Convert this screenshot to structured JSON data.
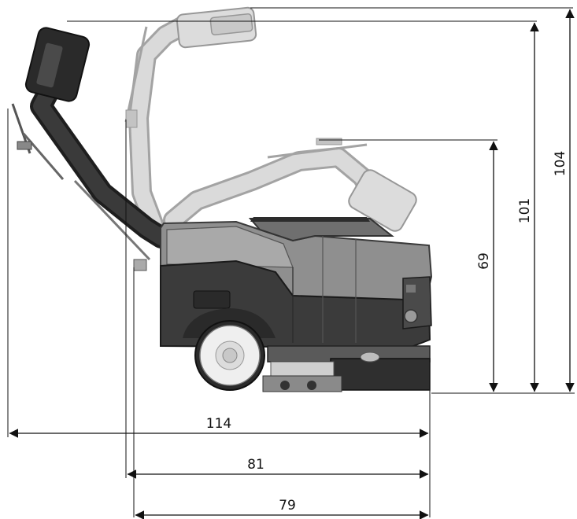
{
  "dimensions": {
    "length_overall": "114",
    "length_mid": "81",
    "length_body": "79",
    "height_handle_low": "69",
    "height_handle_mid": "101",
    "height_handle_high": "104"
  },
  "colors": {
    "body_dark": "#3b3b3b",
    "body_mid": "#8a8a8a",
    "body_light": "#b9b9b9",
    "handle_dark": "#2a2a2a",
    "handle_ghost": "#c8c8c8",
    "wheel": "#e8e8e8",
    "line": "#111111"
  }
}
